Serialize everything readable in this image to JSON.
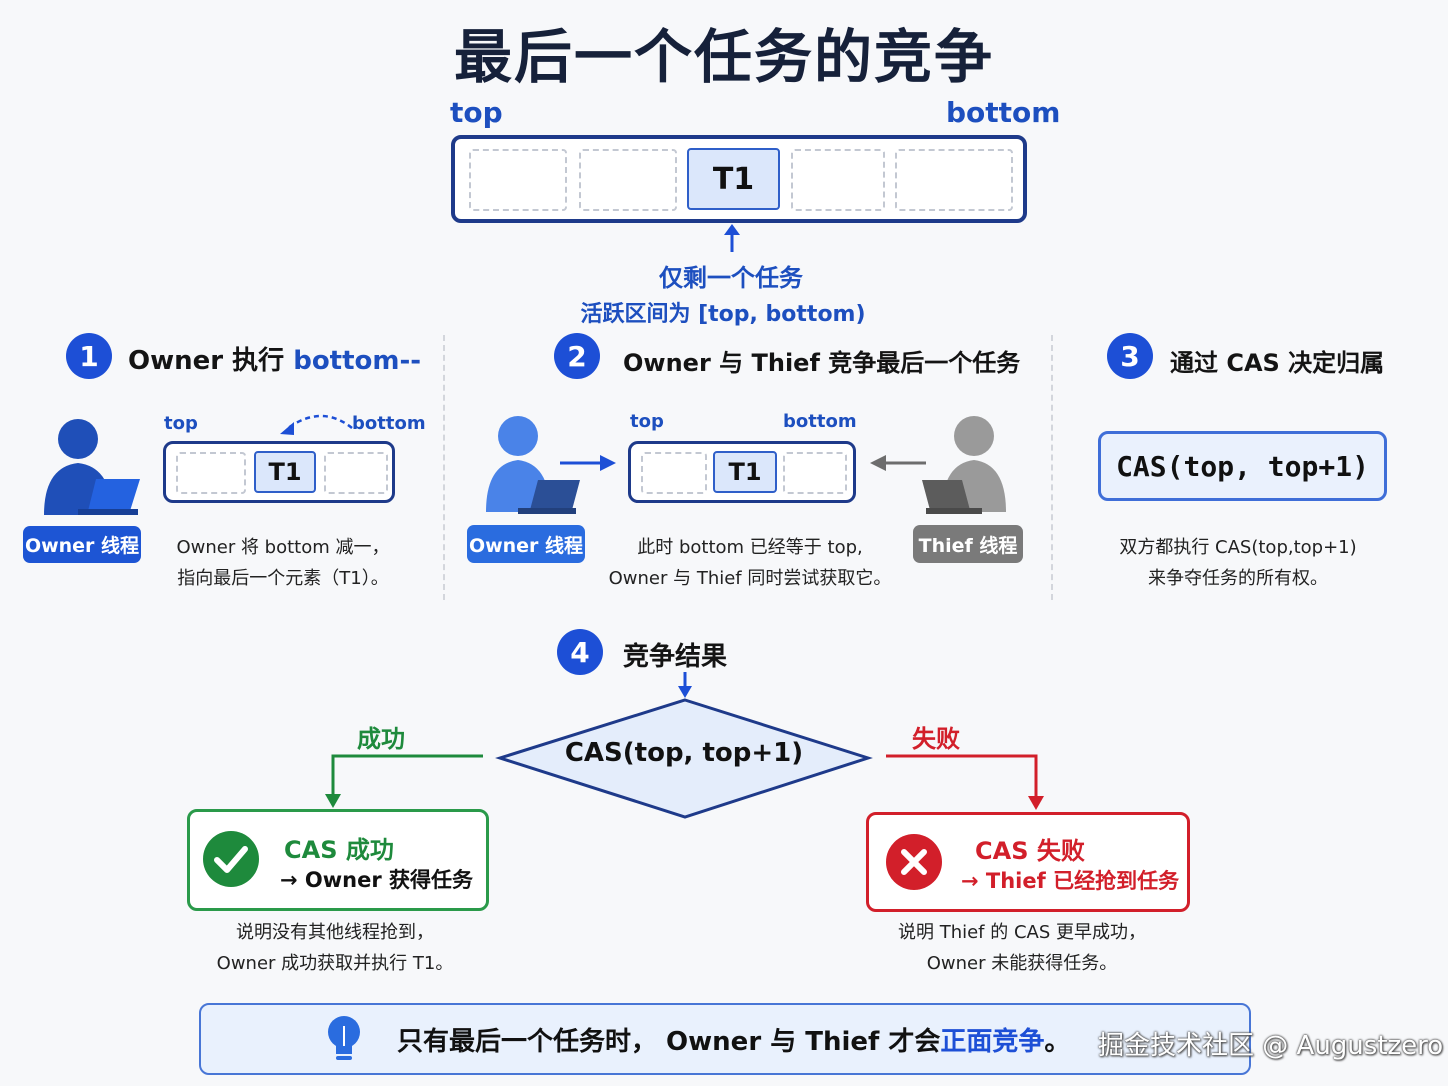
{
  "title": "最后一个任务的竞争",
  "top_deque": {
    "top_label": "top",
    "bottom_label": "bottom",
    "task": "T1",
    "note_line1": "仅剩一个任务",
    "note_line2": "活跃区间为 [top, bottom)"
  },
  "step1": {
    "number": "1",
    "title_prefix": "Owner 执行 ",
    "title_highlight": "bottom--",
    "top_label": "top",
    "bottom_label": "bottom",
    "task": "T1",
    "owner_badge": "Owner 线程",
    "desc_line1": "Owner 将 bottom 减一，",
    "desc_line2": "指向最后一个元素（T1）。"
  },
  "step2": {
    "number": "2",
    "title": "Owner 与 Thief 竞争最后一个任务",
    "top_label": "top",
    "bottom_label": "bottom",
    "task": "T1",
    "owner_badge": "Owner 线程",
    "thief_badge": "Thief 线程",
    "desc_line1": "此时 bottom 已经等于 top,",
    "desc_line2": "Owner 与 Thief 同时尝试获取它。"
  },
  "step3": {
    "number": "3",
    "title": "通过 CAS 决定归属",
    "cas": "CAS(top, top+1)",
    "desc_line1": "双方都执行 CAS(top,top+1)",
    "desc_line2": "来争夺任务的所有权。"
  },
  "step4": {
    "number": "4",
    "title": "竞争结果",
    "diamond": "CAS(top, top+1)",
    "success_label": "成功",
    "fail_label": "失败",
    "success_title": "CAS 成功",
    "success_sub": "→ Owner 获得任务",
    "success_desc1": "说明没有其他线程抢到，",
    "success_desc2": "Owner 成功获取并执行 T1。",
    "fail_title": "CAS 失败",
    "fail_sub": "→ Thief 已经抢到任务",
    "fail_desc1": "说明 Thief 的 CAS 更早成功，",
    "fail_desc2": "Owner 未能获得任务。"
  },
  "footer": {
    "text_prefix": "只有最后一个任务时， Owner 与 Thief 才会",
    "text_highlight": "正面竞争",
    "text_suffix": "。",
    "watermark": "掘金技术社区 @ Augustzero",
    "icon": "lightbulb-icon"
  },
  "colors": {
    "accent_blue": "#1d4fd6",
    "success_green": "#1e8a3c",
    "fail_red": "#d21f2a",
    "thief_gray": "#7a7a7a"
  }
}
